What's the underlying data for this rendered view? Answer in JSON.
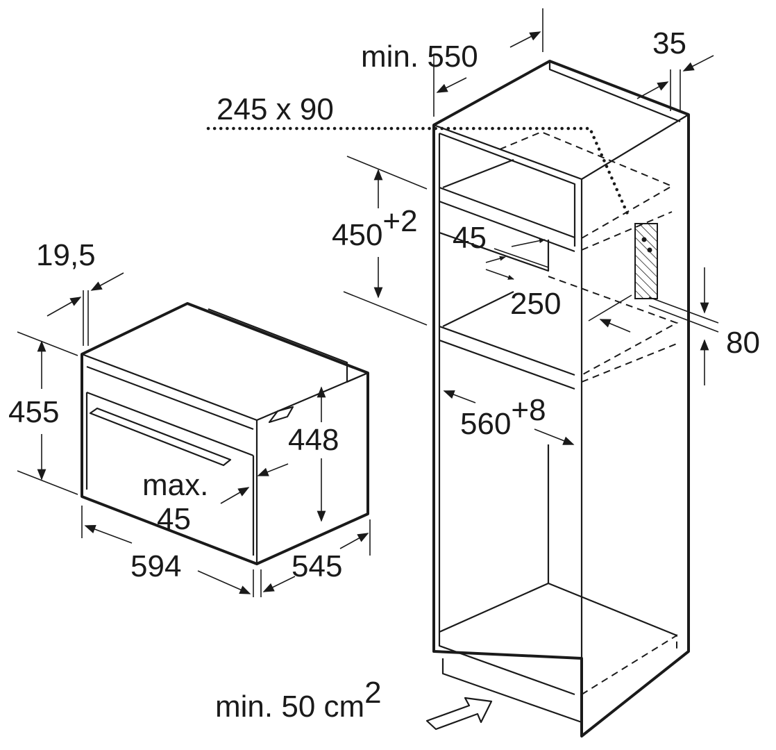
{
  "labels": {
    "cabinet_depth": "min. 550",
    "rear_gap": "35",
    "cutout": "245 x 90",
    "niche_height_value": "450",
    "niche_height_tol": "+2",
    "shelf_offset": "45",
    "shelf_depth": "250",
    "vent_height": "80",
    "niche_width_value": "560",
    "niche_width_tol": "+8",
    "ventilation_value": "min. 50 cm",
    "ventilation_exp": "2",
    "panel_thickness": "19,5",
    "appliance_height": "455",
    "front_height": "448",
    "handle_offset_1": "max.",
    "handle_offset_2": "45",
    "appliance_width": "594",
    "appliance_depth": "545"
  },
  "colors": {
    "line": "#1a1a1a",
    "background": "#ffffff"
  }
}
